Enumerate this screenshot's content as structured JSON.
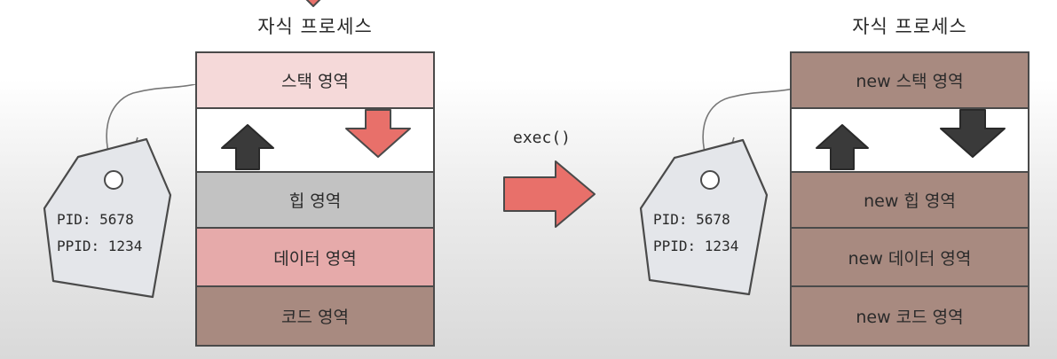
{
  "left": {
    "title": "자식 프로세스",
    "segments": {
      "stack": "스택 영역",
      "heap": "힙 영역",
      "data": "데이터 영역",
      "code": "코드 영역"
    },
    "tag": {
      "pid": "PID: 5678",
      "ppid": "PPID: 1234"
    }
  },
  "right": {
    "title": "자식 프로세스",
    "segments": {
      "stack": "new 스택 영역",
      "heap": "new 힙 영역",
      "data": "new 데이터 영역",
      "code": "new 코드 영역"
    },
    "tag": {
      "pid": "PID: 5678",
      "ppid": "PPID: 1234"
    }
  },
  "exec": {
    "label": "exec()"
  },
  "colors": {
    "left_stack": "#f5d9d9",
    "left_heap": "#c2c2c2",
    "left_data": "#e6aaaa",
    "left_code": "#a88a80",
    "right_segment": "#a88a80",
    "arrow_red": "#e8706a",
    "arrow_dark": "#3a3a3a"
  }
}
